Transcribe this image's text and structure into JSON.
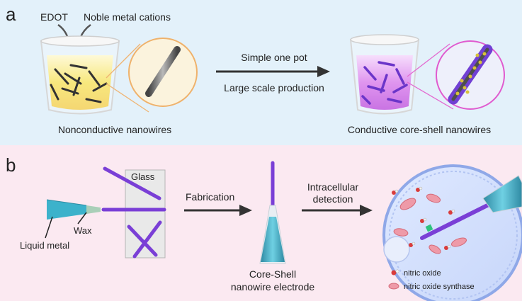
{
  "panel_a": {
    "letter": "a",
    "label_edot": "EDOT",
    "label_cations": "Noble metal cations",
    "arrow_top": "Simple one pot",
    "arrow_bottom": "Large scale production",
    "caption_left": "Nonconductive nanowires",
    "caption_right": "Conductive core-shell nanowires",
    "background": "#e3f1fa",
    "liquid_left": "#f3e34e",
    "liquid_right": "#c84be0"
  },
  "panel_b": {
    "letter": "b",
    "label_glass": "Glass",
    "label_wax": "Wax",
    "label_liquid_metal": "Liquid metal",
    "arrow1": "Fabrication",
    "arrow2_line1": "Intracellular",
    "arrow2_line2": "detection",
    "electrode_line1": "Core-Shell",
    "electrode_line2": "nanowire electrode",
    "legend": [
      {
        "label": "nitric oxide",
        "icon": "nitric-oxide-molecule-icon"
      },
      {
        "label": "nitric oxide synthase",
        "icon": "synthase-enzyme-icon"
      }
    ],
    "background": "#fbe9f1",
    "wire_color": "#7a3fd6",
    "tip_color": "#5bbad0"
  }
}
